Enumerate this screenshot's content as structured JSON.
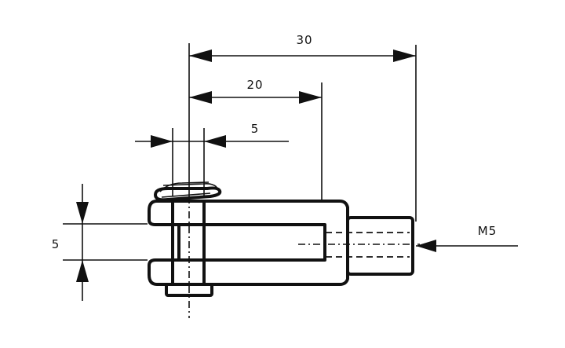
{
  "dimensions": {
    "overall_length": "30",
    "pin_to_slot_end": "20",
    "pin_diameter": "5",
    "slot_width": "5",
    "thread": "M5"
  },
  "colors": {
    "ink": "#111111",
    "paper": "#ffffff"
  }
}
